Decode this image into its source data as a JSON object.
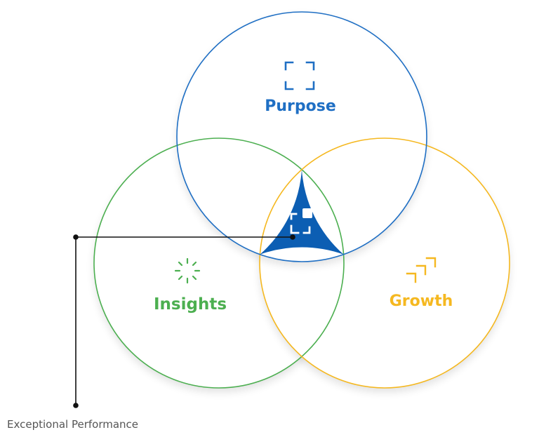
{
  "diagram": {
    "circles": [
      {
        "id": "purpose",
        "label": "Purpose",
        "color": "#1f6fc4",
        "icon": "corner-brackets-icon"
      },
      {
        "id": "insights",
        "label": "Insights",
        "color": "#4caf50",
        "icon": "sparkle-burst-icon"
      },
      {
        "id": "growth",
        "label": "Growth",
        "color": "#f5b820",
        "icon": "stepped-arrows-icon"
      }
    ],
    "intersection": {
      "color": "#0c5eb3",
      "icon": "focus-square-icon"
    },
    "callout": {
      "label": "Exceptional Performance",
      "line_color": "#111111",
      "text_color": "#555555"
    }
  }
}
